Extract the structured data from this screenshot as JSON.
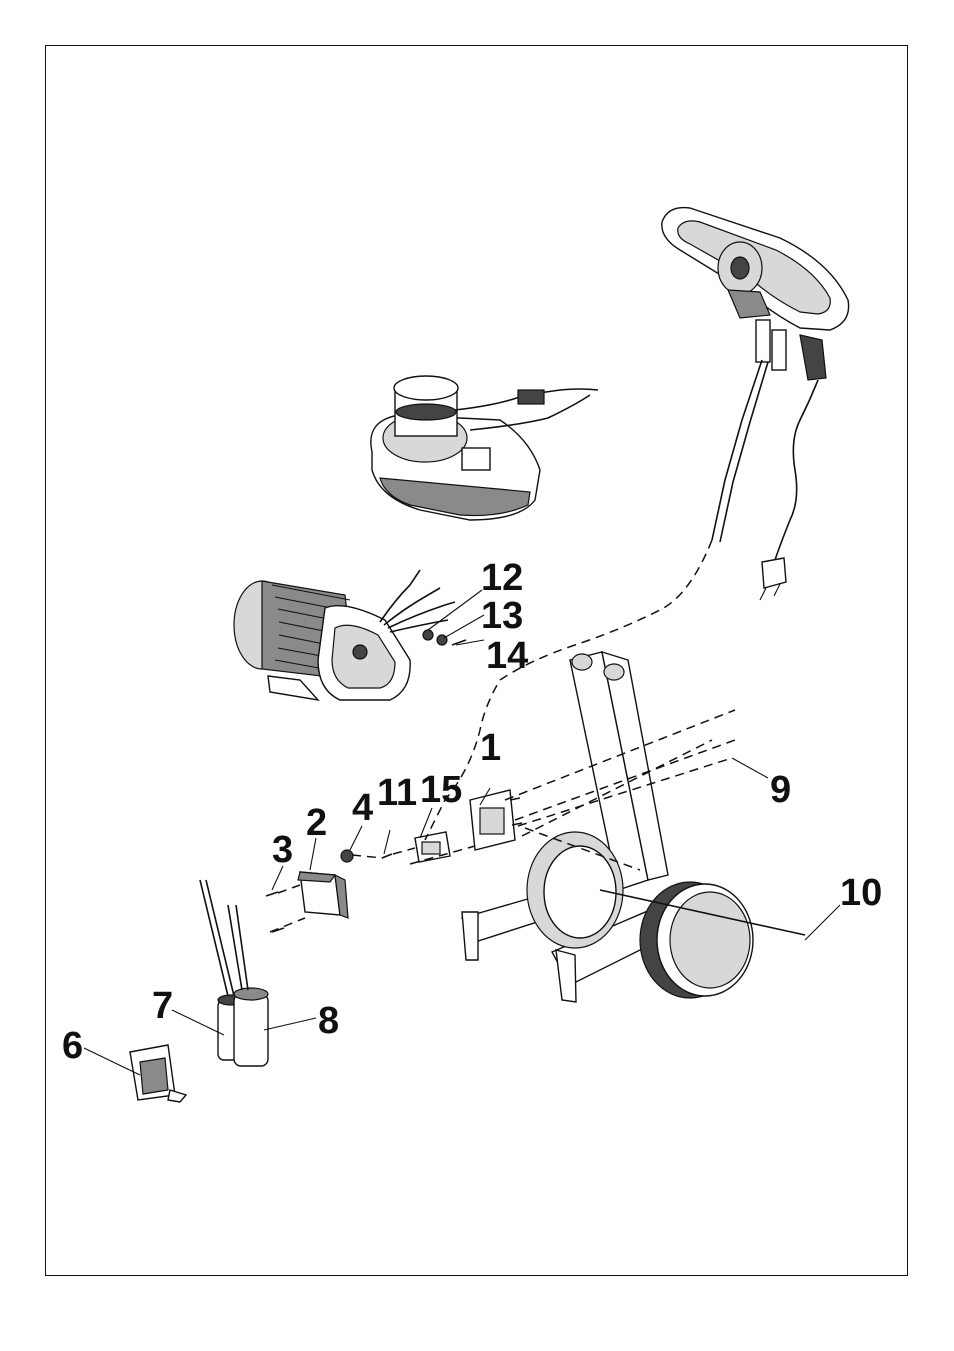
{
  "callouts": {
    "c1": "1",
    "c2": "2",
    "c3": "3",
    "c4": "4",
    "c11": "11",
    "c15": "15",
    "c12": "12",
    "c13": "13",
    "c14": "14",
    "c9": "9",
    "c10": "10",
    "c7": "7",
    "c8": "8",
    "c6": "6"
  }
}
